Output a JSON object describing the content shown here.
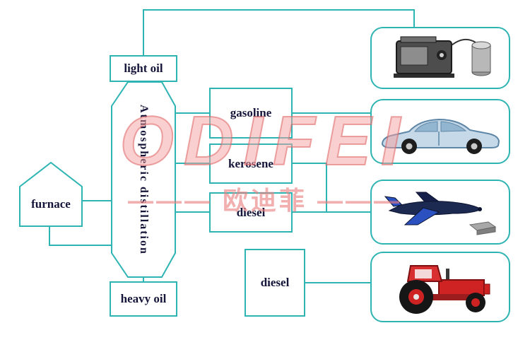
{
  "colors": {
    "line": "#2fb4b4",
    "label_text": "#15153a",
    "watermark": "#ec8282",
    "background": "#ffffff"
  },
  "watermark": {
    "logo": "ODIFEI",
    "subtitle": "——— 欧迪菲 ———"
  },
  "labels": {
    "light_oil": "light oil",
    "column": "Atmospheric distillation",
    "furnace": "furnace",
    "gasoline": "gasoline",
    "kerosene": "kerosene",
    "diesel_mid": "diesel",
    "diesel_low": "diesel",
    "heavy_oil": "heavy oil"
  },
  "product_icons": [
    "generator-icon",
    "car-icon",
    "airplane-icon",
    "tractor-icon"
  ]
}
